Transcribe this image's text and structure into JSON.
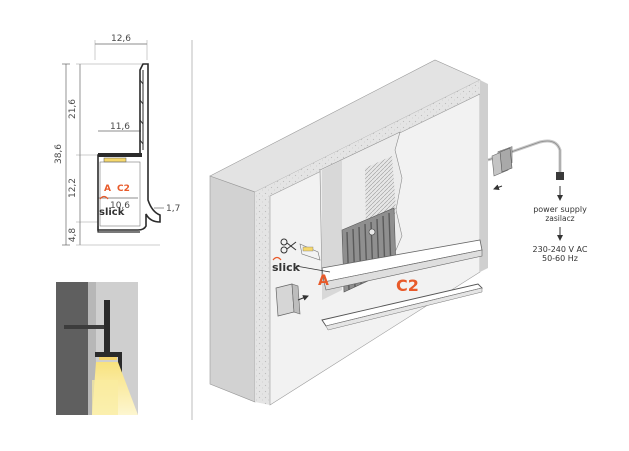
{
  "dimensions": {
    "top_width": "12,6",
    "height_total": "38,6",
    "upper_height": "21,6",
    "inner_width": "11,6",
    "mid_height": "12,2",
    "channel_width": "10,6",
    "lip": "1,7",
    "bottom": "4,8"
  },
  "labels": {
    "a": "A",
    "c2": "C2",
    "slick": "slick"
  },
  "power": {
    "supply_en": "power supply",
    "supply_pl": "zasilacz",
    "voltage": "230-240 V AC",
    "frequency": "50-60 Hz"
  },
  "colors": {
    "accent": "#e85a2a",
    "line": "#333333",
    "wall_grey": "#d9d9d9",
    "light_yellow": "#f6d86b"
  }
}
